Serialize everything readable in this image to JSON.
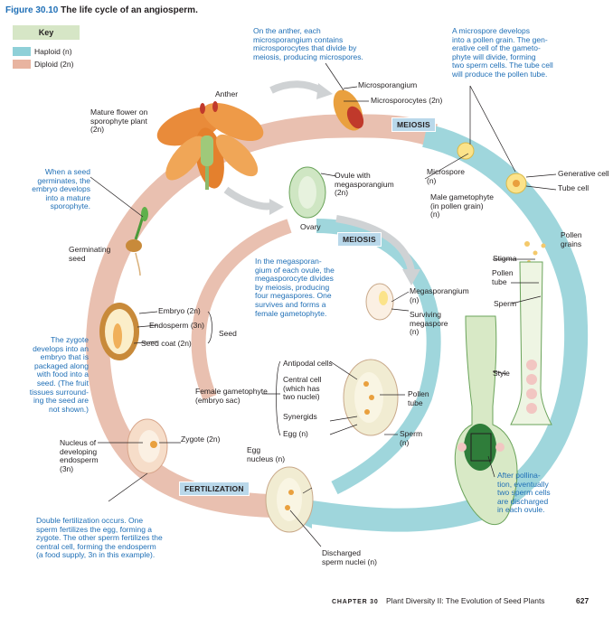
{
  "figure": {
    "number": "Figure 30.10",
    "title": "The life cycle of an angiosperm."
  },
  "key": {
    "heading": "Key",
    "haploid_label": "Haploid (n)",
    "diploid_label": "Diploid (2n)",
    "haploid_color": "#8fd0d8",
    "diploid_color": "#e8b4a0"
  },
  "stages": {
    "meiosis_top": "MEIOSIS",
    "meiosis_mid": "MEIOSIS",
    "fertilization": "FERTILIZATION"
  },
  "steps": {
    "s1": "On the anther, each\nmicrosporangium contains\nmicrosporocytes that divide by\nmeiosis, producing microspores.",
    "s2": "A microspore develops\ninto a pollen grain. The gen-\nerative cell of the gameto-\nphyte will divide, forming\ntwo sperm cells. The tube cell\nwill produce the pollen tube.",
    "s3": "In the megasporan-\ngium of each ovule, the\nmegasporocyte divides\nby meiosis, producing\nfour megaspores. One\nsurvives and forms a\nfemale gametophyte.",
    "s4": "After pollina-\ntion, eventually\ntwo sperm cells\nare discharged\nin each ovule.",
    "s5": "Double fertilization occurs. One\nsperm fertilizes the egg, forming a\nzygote. The other sperm fertilizes the\ncentral cell, forming the endosperm\n(a food supply, 3n in this example).",
    "s6": "The zygote\ndevelops into an\nembryo that is\npackaged along\nwith food into a\nseed. (The fruit\ntissues surround-\ning the seed are\nnot shown.)",
    "s7": "When a seed\ngerminates, the\nembryo develops\ninto a mature\nsporophyte."
  },
  "labels": {
    "anther": "Anther",
    "mature_flower": "Mature flower on\nsporophyte plant\n(2n)",
    "microsporangium": "Microsporangium",
    "microsporocytes": "Microsporocytes (2n)",
    "microspore": "Microspore\n(n)",
    "generative_cell": "Generative cell",
    "tube_cell": "Tube cell",
    "male_gametophyte": "Male gametophyte\n(in pollen grain)\n(n)",
    "pollen_grains": "Pollen\ngrains",
    "ovule_with": "Ovule with\nmegasporangium\n(2n)",
    "ovary": "Ovary",
    "germinating_seed": "Germinating\nseed",
    "stigma": "Stigma",
    "pollen_tube_top": "Pollen\ntube",
    "sperm_top": "Sperm",
    "megasporangium": "Megasporangium\n(n)",
    "surviving_megaspore": "Surviving\nmegaspore\n(n)",
    "embryo": "Embryo (2n)",
    "endosperm": "Endosperm (3n)",
    "seed_coat": "Seed coat (2n)",
    "seed": "Seed",
    "style": "Style",
    "antipodal": "Antipodal cells",
    "central_cell": "Central cell\n(which has\ntwo nuclei)",
    "female_gametophyte": "Female gametophyte\n(embryo sac)",
    "synergids": "Synergids",
    "egg": "Egg (n)",
    "pollen_tube_mid": "Pollen\ntube",
    "sperm_mid": "Sperm\n(n)",
    "nucleus_endosperm": "Nucleus of\ndeveloping\nendosperm\n(3n)",
    "zygote": "Zygote (2n)",
    "egg_nucleus": "Egg\nnucleus (n)",
    "discharged_sperm": "Discharged\nsperm nuclei (n)"
  },
  "footer": {
    "chapter": "CHAPTER 30",
    "title": "Plant Diversity II: The Evolution of Seed Plants",
    "page": "627"
  }
}
